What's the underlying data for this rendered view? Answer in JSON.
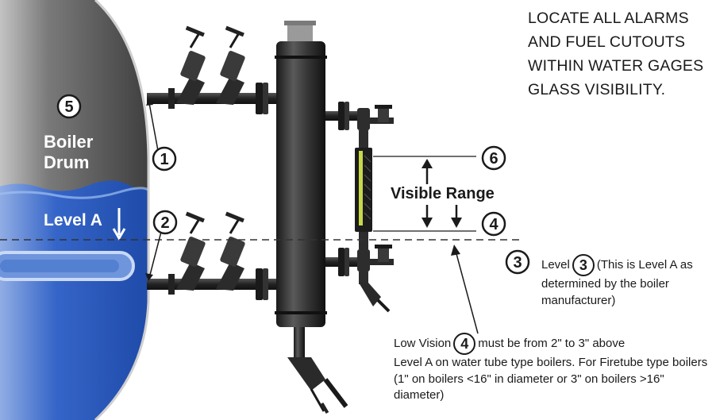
{
  "notes": {
    "top": "LOCATE ALL ALARMS AND FUEL CUTOUTS WITHIN WATER GAGES GLASS VISIBILITY.",
    "level_num": "3",
    "level_prefix": "Level",
    "level_text": "(This is Level A as determined by the boiler manufacturer)",
    "low_prefix": "Low Vision",
    "low_num": "4",
    "low_text_1": "must be from 2\" to 3\" above",
    "low_text_2": "Level A on water tube type boilers. For Firetube type boilers (1\" on boilers <16\" in diameter or 3\" on boilers >16\" diameter)"
  },
  "drum": {
    "number": "5",
    "label_1": "Boiler",
    "label_2": "Drum",
    "level_label": "Level A"
  },
  "callouts": {
    "c1": "1",
    "c2": "2",
    "c3": "3",
    "c4": "4",
    "c6": "6"
  },
  "visible_range_label": "Visible Range",
  "colors": {
    "drum_top": "#4a4a4a",
    "drum_water": "#2e5fc8",
    "pipe": "#2a2a2a",
    "gauge_glass": "#c8d84a"
  }
}
